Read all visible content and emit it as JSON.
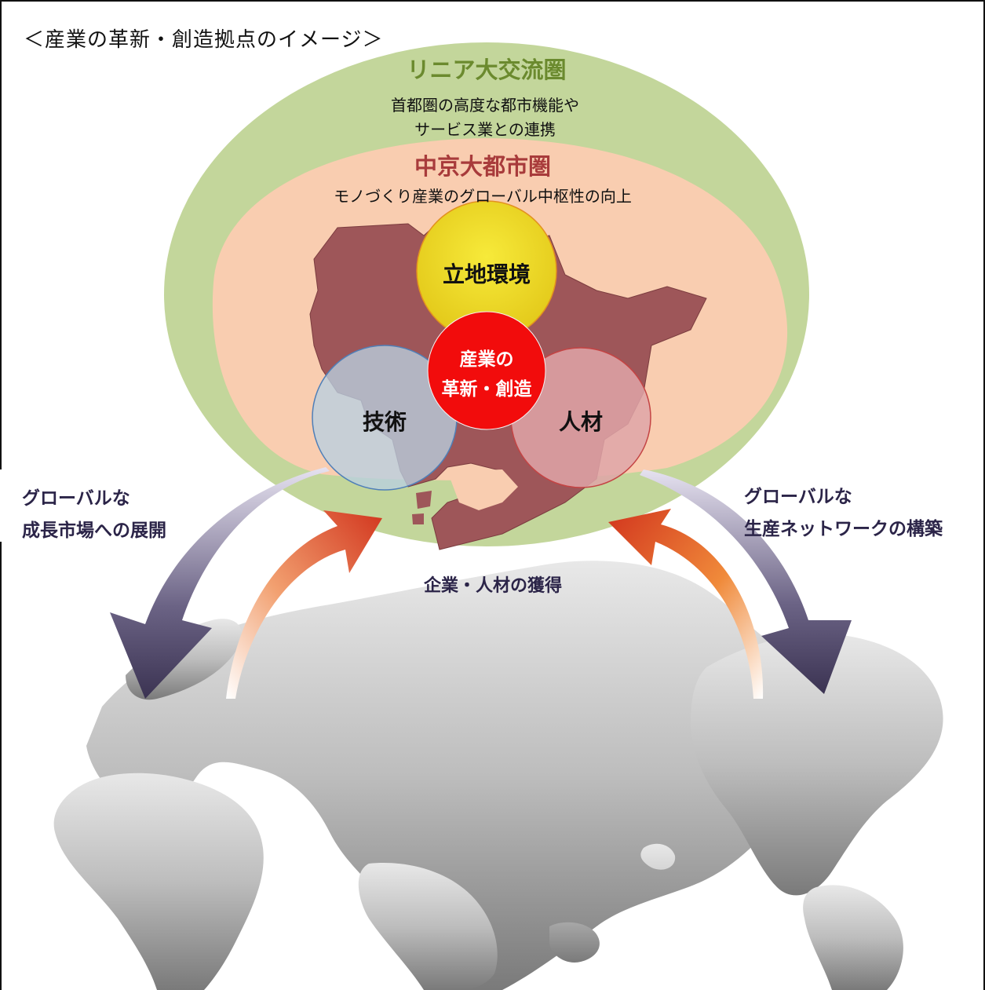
{
  "title": "＜産業の革新・創造拠点のイメージ＞",
  "outer_zone": {
    "title": "リニア大交流圏",
    "desc_line1": "首都圏の高度な都市機能や",
    "desc_line2": "サービス業との連携"
  },
  "inner_zone": {
    "title": "中京大都市圏",
    "desc": "モノづくり産業のグローバル中枢性の向上"
  },
  "circles": {
    "location": "立地環境",
    "technology": "技術",
    "talent": "人材",
    "core_line1": "産業の",
    "core_line2": "革新・創造"
  },
  "left_caption": {
    "line1": "グローバルな",
    "line2": "成長市場への展開"
  },
  "right_caption": {
    "line1": "グローバルな",
    "line2": "生産ネットワークの構築"
  },
  "center_caption": "企業・人材の獲得",
  "colors": {
    "outer_zone": "#c3d69b",
    "inner_zone": "#f9cdb0",
    "map": "#9e5659",
    "location_circle": "#f2e22c",
    "technology_circle": "#b8cfe0",
    "talent_circle": "#dfa5a8",
    "core_circle": "#f20c0c"
  }
}
